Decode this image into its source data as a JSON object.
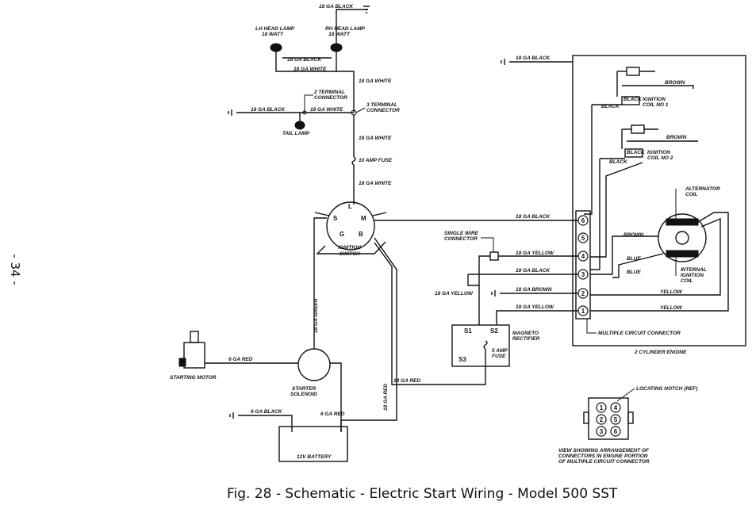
{
  "page_number": "- 34 -",
  "caption": "Fig. 28 - Schematic - Electric Start Wiring - Model 500 SST",
  "labels": {
    "w_top_black": "18 GA BLACK",
    "lh_lamp": "LH HEAD LAMP",
    "rh_lamp": "RH HEAD LAMP",
    "watt": "18 WATT",
    "w_lamp_black": "18 GA BLACK",
    "w_lamp_white": "18 GA WHITE",
    "w_white_1": "18 GA WHITE",
    "two_term": "2 TERMINAL",
    "connector": "CONNECTOR",
    "three_term": "3 TERMINAL",
    "w_tail_black": "18 GA BLACK",
    "w_tail_white": "18 GA WHITE",
    "tail_lamp": "TAIL LAMP",
    "w_white_2": "18 GA WHITE",
    "fuse10": "10 AMP FUSE",
    "w_white_3": "18 GA WHITE",
    "switch_l": "L",
    "switch_s": "S",
    "switch_m": "M",
    "switch_g": "G",
    "switch_b": "B",
    "ign_switch_1": "IGNITION",
    "ign_switch_2": "SWITCH",
    "w_green": "18 GA GREEN",
    "single_wire_1": "SINGLE WIRE",
    "single_wire_2": "CONNECTOR",
    "w_yellow_left": "18 GA YELLOW",
    "w_black_6": "18 GA BLACK",
    "w_yellow_4": "18 GA YELLOW",
    "w_black_3": "18 GA BLACK",
    "w_brown_2": "18 GA BROWN",
    "w_yellow_1": "18 GA YELLOW",
    "w_engine_black": "18 GA BLACK",
    "brown_a": "BROWN",
    "black_a": "BLACK",
    "black_a2": "BLACK",
    "coil1_1": "IGNITION",
    "coil1_2": "COIL NO 1",
    "brown_b": "BROWN",
    "black_b": "BLACK",
    "black_b2": "BLACK",
    "coil2_1": "IGNITION",
    "coil2_2": "COIL NO 2",
    "alt_coil_1": "ALTERNATOR",
    "alt_coil_2": "COIL",
    "brown_c": "BROWN",
    "blue_a": "BLUE",
    "blue_b": "BLUE",
    "int_coil_1": "INTERNAL",
    "int_coil_2": "IGNITION",
    "int_coil_3": "COIL",
    "yellow_a": "YELLOW",
    "yellow_b": "YELLOW",
    "mcc": "MULTIPLE CIRCUIT CONNECTOR",
    "two_cyl": "2 CYLINDER ENGINE",
    "mag_1": "MAGNETO",
    "mag_2": "RECTIFIER",
    "fuse5_1": "5 AMP",
    "fuse5_2": "FUSE",
    "s1": "S1",
    "s2": "S2",
    "s3": "S3",
    "w_red_mag": "18 GA RED",
    "w_red_bat": "18 GA RED",
    "starting_motor": "STARTING MOTOR",
    "w_red_6": "6 GA RED",
    "solenoid_1": "STARTER",
    "solenoid_2": "SOLENOID",
    "w_black_bat": "6 GA BLACK",
    "w_red_6b": "6 GA RED",
    "battery": "12V BATTERY",
    "notch": "LOCATING NOTCH (REF)",
    "view_1": "VIEW SHOWING ARRANGEMENT OF",
    "view_2": "CONNECTORS IN ENGINE PORTION",
    "view_3": "OF MULTIPLE CIRCUIT CONNECTOR"
  },
  "connector_pins": [
    "6",
    "5",
    "4",
    "3",
    "2",
    "1"
  ],
  "plug_pins": [
    "1",
    "4",
    "2",
    "5",
    "3",
    "6"
  ]
}
